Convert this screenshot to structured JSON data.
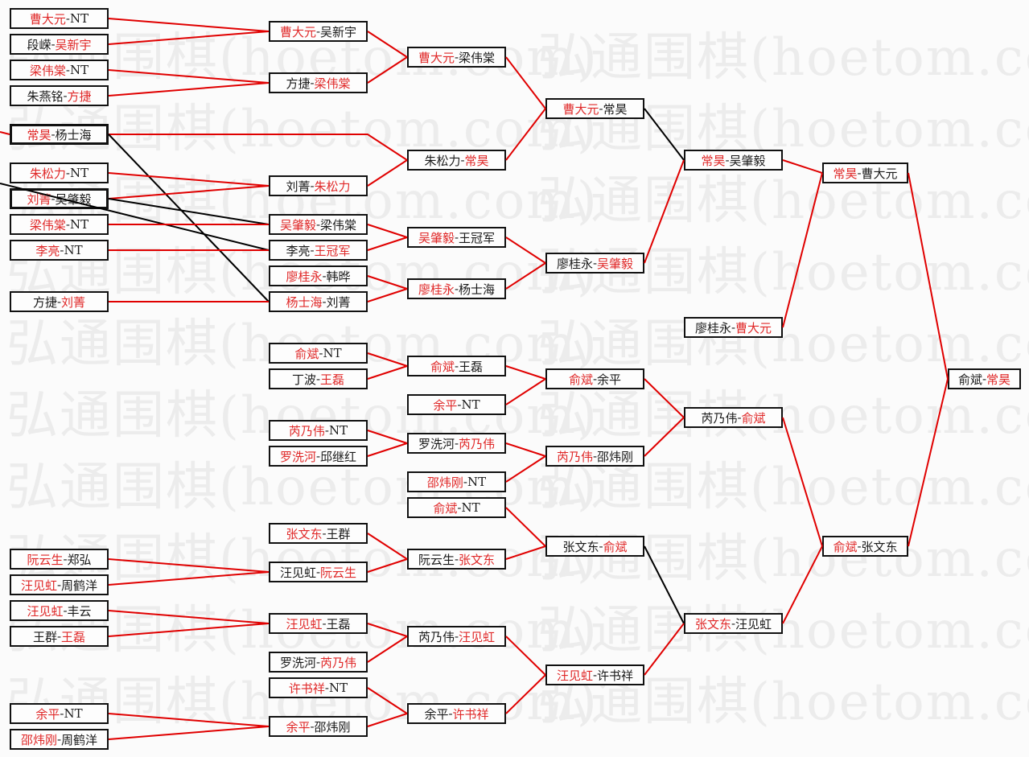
{
  "watermark": "弘通围棋(hoetom.com)",
  "separator": "-",
  "colors": {
    "winner_text": "#e02828",
    "red_line": "#e00000",
    "black_line": "#000000",
    "watermark": "#ececec"
  },
  "rounds": [
    {
      "matches": [
        {
          "id": "c1_1",
          "p1": "曹大元",
          "p2": "NT",
          "winner": 1
        },
        {
          "id": "c1_2",
          "p1": "段嵘",
          "p2": "吴新宇",
          "winner": 2
        },
        {
          "id": "c1_3",
          "p1": "梁伟棠",
          "p2": "NT",
          "winner": 1
        },
        {
          "id": "c1_4",
          "p1": "朱燕铭",
          "p2": "方捷",
          "winner": 2
        },
        {
          "id": "c1_5",
          "p1": "常昊",
          "p2": "杨士海",
          "winner": 1
        },
        {
          "id": "c1_6",
          "p1": "朱松力",
          "p2": "NT",
          "winner": 1
        },
        {
          "id": "c1_7",
          "p1": "刘菁",
          "p2": "吴肇毅",
          "winner": 1
        },
        {
          "id": "c1_8",
          "p1": "梁伟棠",
          "p2": "NT",
          "winner": 1
        },
        {
          "id": "c1_9",
          "p1": "李亮",
          "p2": "NT",
          "winner": 1
        },
        {
          "id": "c1_10",
          "p1": "方捷",
          "p2": "刘菁",
          "winner": 2
        },
        {
          "id": "c1_11",
          "p1": "阮云生",
          "p2": "郑弘",
          "winner": 1
        },
        {
          "id": "c1_12",
          "p1": "汪见虹",
          "p2": "周鹤洋",
          "winner": 1
        },
        {
          "id": "c1_13",
          "p1": "汪见虹",
          "p2": "丰云",
          "winner": 1
        },
        {
          "id": "c1_14",
          "p1": "王群",
          "p2": "王磊",
          "winner": 2
        },
        {
          "id": "c1_15",
          "p1": "余平",
          "p2": "NT",
          "winner": 1
        },
        {
          "id": "c1_16",
          "p1": "邵炜刚",
          "p2": "周鹤洋",
          "winner": 1
        }
      ]
    },
    {
      "matches": [
        {
          "id": "c2_1",
          "p1": "曹大元",
          "p2": "吴新宇",
          "winner": 1
        },
        {
          "id": "c2_2",
          "p1": "方捷",
          "p2": "梁伟棠",
          "winner": 2
        },
        {
          "id": "c2_3",
          "p1": "刘菁",
          "p2": "朱松力",
          "winner": 2
        },
        {
          "id": "c2_4",
          "p1": "吴肇毅",
          "p2": "梁伟棠",
          "winner": 1
        },
        {
          "id": "c2_5",
          "p1": "李亮",
          "p2": "王冠军",
          "winner": 2
        },
        {
          "id": "c2_6",
          "p1": "廖桂永",
          "p2": "韩晔",
          "winner": 1
        },
        {
          "id": "c2_7",
          "p1": "杨士海",
          "p2": "刘菁",
          "winner": 1
        },
        {
          "id": "c2_8",
          "p1": "俞斌",
          "p2": "NT",
          "winner": 1
        },
        {
          "id": "c2_9",
          "p1": "丁波",
          "p2": "王磊",
          "winner": 2
        },
        {
          "id": "c2_10",
          "p1": "芮乃伟",
          "p2": "NT",
          "winner": 1
        },
        {
          "id": "c2_11",
          "p1": "罗洗河",
          "p2": "邱继红",
          "winner": 1
        },
        {
          "id": "c2_12",
          "p1": "张文东",
          "p2": "王群",
          "winner": 1
        },
        {
          "id": "c2_13",
          "p1": "汪见虹",
          "p2": "阮云生",
          "winner": 2
        },
        {
          "id": "c2_14",
          "p1": "汪见虹",
          "p2": "王磊",
          "winner": 1
        },
        {
          "id": "c2_15",
          "p1": "罗洗河",
          "p2": "芮乃伟",
          "winner": 2
        },
        {
          "id": "c2_16",
          "p1": "许书祥",
          "p2": "NT",
          "winner": 1
        },
        {
          "id": "c2_17",
          "p1": "余平",
          "p2": "邵炜刚",
          "winner": 1
        }
      ]
    },
    {
      "matches": [
        {
          "id": "c3_1",
          "p1": "曹大元",
          "p2": "梁伟棠",
          "winner": 1
        },
        {
          "id": "c3_2",
          "p1": "朱松力",
          "p2": "常昊",
          "winner": 2
        },
        {
          "id": "c3_3",
          "p1": "吴肇毅",
          "p2": "王冠军",
          "winner": 1
        },
        {
          "id": "c3_4",
          "p1": "廖桂永",
          "p2": "杨士海",
          "winner": 1
        },
        {
          "id": "c3_5",
          "p1": "俞斌",
          "p2": "王磊",
          "winner": 1
        },
        {
          "id": "c3_6",
          "p1": "余平",
          "p2": "NT",
          "winner": 1
        },
        {
          "id": "c3_7",
          "p1": "罗洗河",
          "p2": "芮乃伟",
          "winner": 2
        },
        {
          "id": "c3_8",
          "p1": "邵炜刚",
          "p2": "NT",
          "winner": 1
        },
        {
          "id": "c3_9",
          "p1": "俞斌",
          "p2": "NT",
          "winner": 1
        },
        {
          "id": "c3_10",
          "p1": "阮云生",
          "p2": "张文东",
          "winner": 2
        },
        {
          "id": "c3_11",
          "p1": "芮乃伟",
          "p2": "汪见虹",
          "winner": 2
        },
        {
          "id": "c3_12",
          "p1": "余平",
          "p2": "许书祥",
          "winner": 2
        }
      ]
    },
    {
      "matches": [
        {
          "id": "c4_1",
          "p1": "曹大元",
          "p2": "常昊",
          "winner": 1
        },
        {
          "id": "c4_2",
          "p1": "廖桂永",
          "p2": "吴肇毅",
          "winner": 2
        },
        {
          "id": "c4_3",
          "p1": "俞斌",
          "p2": "余平",
          "winner": 1
        },
        {
          "id": "c4_4",
          "p1": "芮乃伟",
          "p2": "邵炜刚",
          "winner": 1
        },
        {
          "id": "c4_5",
          "p1": "张文东",
          "p2": "俞斌",
          "winner": 2
        },
        {
          "id": "c4_6",
          "p1": "汪见虹",
          "p2": "许书祥",
          "winner": 1
        }
      ]
    },
    {
      "matches": [
        {
          "id": "c5_1",
          "p1": "常昊",
          "p2": "吴肇毅",
          "winner": 1
        },
        {
          "id": "c5_2",
          "p1": "廖桂永",
          "p2": "曹大元",
          "winner": 2
        },
        {
          "id": "c5_3",
          "p1": "芮乃伟",
          "p2": "俞斌",
          "winner": 2
        },
        {
          "id": "c5_4",
          "p1": "张文东",
          "p2": "汪见虹",
          "winner": 1
        }
      ]
    },
    {
      "matches": [
        {
          "id": "c6_1",
          "p1": "常昊",
          "p2": "曹大元",
          "winner": 1
        },
        {
          "id": "c6_2",
          "p1": "俞斌",
          "p2": "张文东",
          "winner": 1
        }
      ]
    },
    {
      "matches": [
        {
          "id": "c7_1",
          "p1": "俞斌",
          "p2": "常昊",
          "winner": 2
        }
      ]
    }
  ],
  "links": [
    {
      "from": "offscreen",
      "to": "c1_5",
      "color": "red"
    },
    {
      "from": "offscreen",
      "to": "c2_5",
      "color": "black"
    },
    {
      "from": "c1_1",
      "to": "c2_1",
      "color": "red"
    },
    {
      "from": "c1_2",
      "to": "c2_1",
      "color": "red"
    },
    {
      "from": "c1_3",
      "to": "c2_2",
      "color": "red"
    },
    {
      "from": "c1_4",
      "to": "c2_2",
      "color": "red"
    },
    {
      "from": "c1_5",
      "to": "c3_2",
      "color": "red"
    },
    {
      "from": "c1_5",
      "to": "c2_7",
      "color": "black"
    },
    {
      "from": "c1_6",
      "to": "c2_3",
      "color": "red"
    },
    {
      "from": "c1_7",
      "to": "c2_3",
      "color": "red"
    },
    {
      "from": "c1_7",
      "to": "c2_4",
      "color": "black"
    },
    {
      "from": "c1_8",
      "to": "c2_4",
      "color": "red"
    },
    {
      "from": "c1_9",
      "to": "c2_5",
      "color": "red"
    },
    {
      "from": "c1_10",
      "to": "c2_7",
      "color": "red"
    },
    {
      "from": "c1_11",
      "to": "c2_13",
      "color": "red"
    },
    {
      "from": "c1_12",
      "to": "c2_13",
      "color": "red"
    },
    {
      "from": "c1_13",
      "to": "c2_14",
      "color": "red"
    },
    {
      "from": "c1_14",
      "to": "c2_14",
      "color": "red"
    },
    {
      "from": "c1_15",
      "to": "c2_17",
      "color": "red"
    },
    {
      "from": "c1_16",
      "to": "c2_17",
      "color": "red"
    },
    {
      "from": "c2_1",
      "to": "c3_1",
      "color": "red"
    },
    {
      "from": "c2_2",
      "to": "c3_1",
      "color": "red"
    },
    {
      "from": "c2_3",
      "to": "c3_2",
      "color": "red"
    },
    {
      "from": "c2_4",
      "to": "c3_3",
      "color": "red"
    },
    {
      "from": "c2_5",
      "to": "c3_3",
      "color": "red"
    },
    {
      "from": "c2_6",
      "to": "c3_4",
      "color": "red"
    },
    {
      "from": "c2_7",
      "to": "c3_4",
      "color": "red"
    },
    {
      "from": "c2_8",
      "to": "c3_5",
      "color": "red"
    },
    {
      "from": "c2_9",
      "to": "c3_5",
      "color": "red"
    },
    {
      "from": "c2_10",
      "to": "c3_7",
      "color": "red"
    },
    {
      "from": "c2_11",
      "to": "c3_7",
      "color": "red"
    },
    {
      "from": "c2_12",
      "to": "c3_10",
      "color": "red"
    },
    {
      "from": "c2_13",
      "to": "c3_10",
      "color": "red"
    },
    {
      "from": "c2_14",
      "to": "c3_11",
      "color": "red"
    },
    {
      "from": "c2_15",
      "to": "c3_11",
      "color": "red"
    },
    {
      "from": "c2_16",
      "to": "c3_12",
      "color": "red"
    },
    {
      "from": "c2_17",
      "to": "c3_12",
      "color": "red"
    },
    {
      "from": "c3_1",
      "to": "c4_1",
      "color": "red"
    },
    {
      "from": "c3_2",
      "to": "c4_1",
      "color": "red"
    },
    {
      "from": "c3_3",
      "to": "c4_2",
      "color": "red"
    },
    {
      "from": "c3_4",
      "to": "c4_2",
      "color": "red"
    },
    {
      "from": "c3_5",
      "to": "c4_3",
      "color": "red"
    },
    {
      "from": "c3_6",
      "to": "c4_3",
      "color": "red"
    },
    {
      "from": "c3_7",
      "to": "c4_4",
      "color": "red"
    },
    {
      "from": "c3_8",
      "to": "c4_4",
      "color": "red"
    },
    {
      "from": "c3_9",
      "to": "c4_5",
      "color": "red"
    },
    {
      "from": "c3_10",
      "to": "c4_5",
      "color": "red"
    },
    {
      "from": "c3_11",
      "to": "c4_6",
      "color": "red"
    },
    {
      "from": "c3_12",
      "to": "c4_6",
      "color": "red"
    },
    {
      "from": "c4_1",
      "to": "c5_1",
      "color": "black"
    },
    {
      "from": "c4_2",
      "to": "c5_1",
      "color": "red"
    },
    {
      "from": "c4_3",
      "to": "c5_3",
      "color": "red"
    },
    {
      "from": "c4_4",
      "to": "c5_3",
      "color": "red"
    },
    {
      "from": "c4_5",
      "to": "c5_4",
      "color": "black"
    },
    {
      "from": "c4_6",
      "to": "c5_4",
      "color": "red"
    },
    {
      "from": "c5_1",
      "to": "c6_1",
      "color": "red"
    },
    {
      "from": "c5_2",
      "to": "c6_1",
      "color": "red"
    },
    {
      "from": "c5_3",
      "to": "c6_2",
      "color": "red"
    },
    {
      "from": "c5_4",
      "to": "c6_2",
      "color": "red"
    },
    {
      "from": "c6_1",
      "to": "c7_1",
      "color": "red"
    },
    {
      "from": "c6_2",
      "to": "c7_1",
      "color": "red"
    }
  ]
}
